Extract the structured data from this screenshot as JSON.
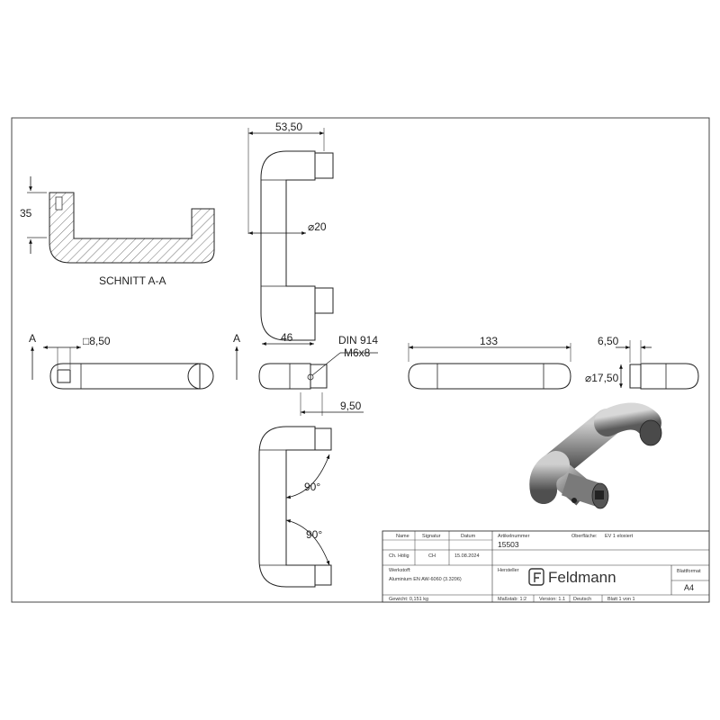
{
  "drawing": {
    "section_label": "SCHNITT A-A",
    "section_marker": "A",
    "dims": {
      "height_35": "35",
      "width_53_50": "53,50",
      "dia_20": "⌀20",
      "len_46": "46",
      "square_8_50": "□8,50",
      "din": "DIN 914",
      "thread": "M6x8",
      "offset_9_50": "9,50",
      "len_133": "133",
      "len_6_50": "6,50",
      "dia_17_50": "⌀17,50",
      "angle_top": "90°",
      "angle_bottom": "90°"
    }
  },
  "title_block": {
    "h_name": "Name",
    "h_signatur": "Signatur",
    "h_datum": "Datum",
    "v_name": "Ch. Hölig",
    "v_sign": "CH",
    "v_date": "15.08.2024",
    "h_artikel": "Artikelnummer",
    "v_artikel": "15503",
    "h_oberflaeche": "Oberfläche:",
    "v_oberflaeche": "EV 1 eloxiert",
    "h_werkstoff": "Werkstoff:",
    "v_werkstoff": "Aluminium EN AW-6060 (3.3206)",
    "h_hersteller": "Hersteller",
    "brand": "Feldmann",
    "h_blattformat": "Blattformat",
    "v_blattformat": "A4",
    "gewicht": "Gewicht: 0,151 kg",
    "massstab": "Maßstab: 1:2",
    "version": "Version: 1.1",
    "sprache": "Deutsch",
    "blatt": "Blatt 1 von 1"
  }
}
